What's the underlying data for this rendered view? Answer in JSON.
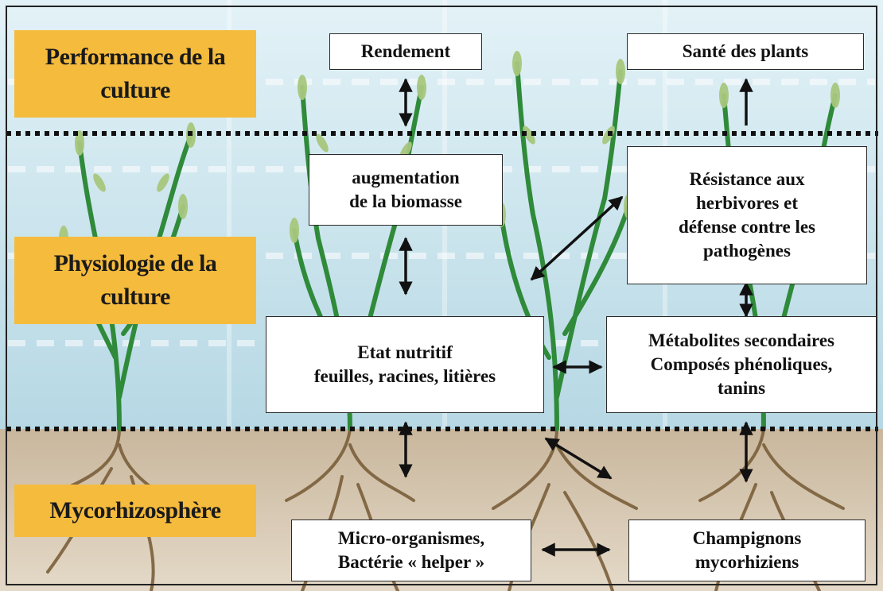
{
  "levels": {
    "performance": "Performance de la\nculture",
    "physiology": "Physiologie de la\nculture",
    "mycorhizosphere": "Mycorhizosphère"
  },
  "boxes": {
    "rendement": "Rendement",
    "sante": "Santé des plants",
    "biomasse": "augmentation\nde la biomasse",
    "resistance": "Résistance aux\nherbivores et\ndéfense contre les\npathogènes",
    "etat": "Etat nutritif\nfeuilles, racines, litières",
    "metabolites": "Métabolites secondaires\nComposés phénoliques,\ntanins",
    "microorganismes": "Micro-organismes,\nBactérie « helper »",
    "champignons": "Champignons\nmycorhiziens"
  },
  "colors": {
    "level_fill": "#f5bb3c",
    "sky_top": "#dbeef4",
    "sky_bottom": "#bcdce7",
    "soil": "#cfbfa8",
    "stem": "#2f8a3a",
    "leaf": "#a7c77d",
    "root": "#7a5e3a"
  }
}
